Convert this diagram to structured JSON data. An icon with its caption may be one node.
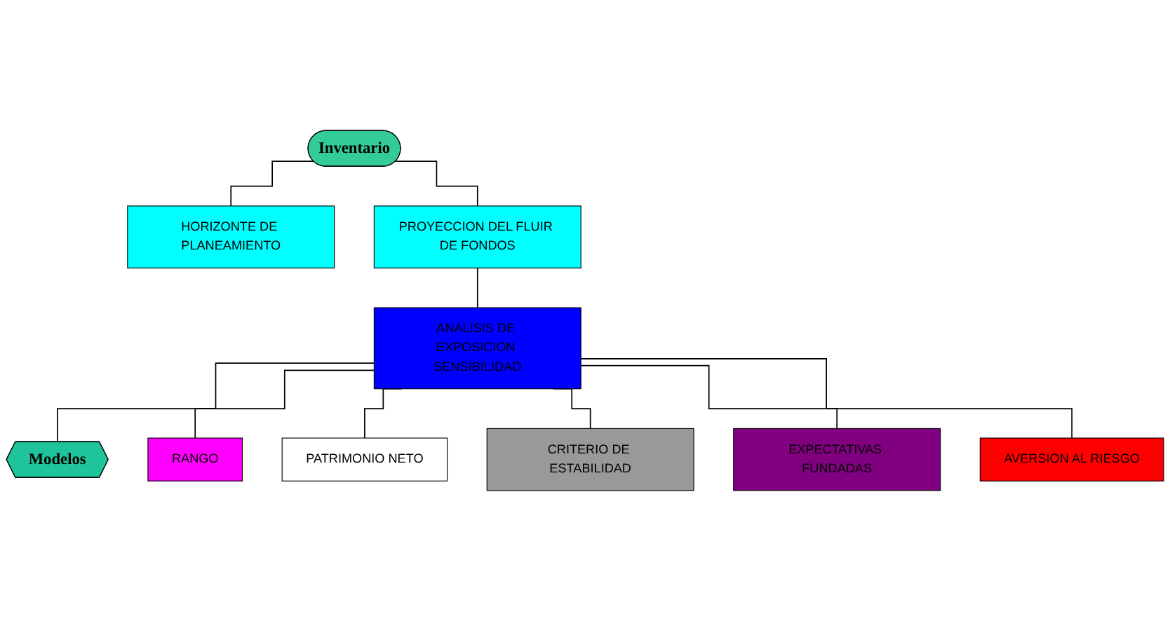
{
  "diagram": {
    "nodes": [
      {
        "text": [
          "Inventario"
        ]
      },
      {
        "text": [
          "HORIZONTE DE PLANEAMIENTO"
        ]
      },
      {
        "text": [
          "PROYECCION DEL FLUIR DE FONDOS"
        ]
      },
      {
        "text": [
          "ANALISIS DE EXPOSICION SENSIBILIDAD"
        ]
      },
      {
        "text": [
          "Modelos"
        ]
      },
      {
        "text": [
          "RANGO"
        ]
      },
      {
        "text": [
          "PATRIMONIO NETO"
        ]
      },
      {
        "text": [
          "CRITERIO DE ESTABILIDAD"
        ]
      },
      {
        "text": [
          "EXPECTATIVAS FUNDADAS"
        ]
      },
      {
        "text": [
          "AVERSION AL RIESGO"
        ]
      }
    ],
    "edges": [
      {
        "from": 0,
        "to": 1,
        "arrow": "none"
      },
      {
        "from": 0,
        "to": 2,
        "arrow": "none"
      },
      {
        "from": 2,
        "to": 3,
        "arrow": "none"
      },
      {
        "from": 3,
        "to": 4,
        "arrow": "none"
      },
      {
        "from": 3,
        "to": 5,
        "arrow": "none"
      },
      {
        "from": 3,
        "to": 6,
        "arrow": "none"
      },
      {
        "from": 3,
        "to": 7,
        "arrow": "none"
      },
      {
        "from": 3,
        "to": 8,
        "arrow": "none"
      },
      {
        "from": 3,
        "to": 9,
        "arrow": "none"
      }
    ]
  }
}
